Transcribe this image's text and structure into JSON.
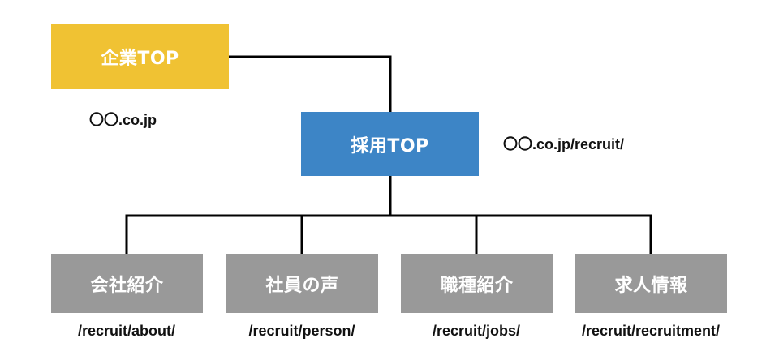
{
  "colors": {
    "corporate_box": "#f0c233",
    "recruit_box": "#3d85c6",
    "child_box": "#999999",
    "connector": "#000000"
  },
  "corporate_top": {
    "label": "企業TOP",
    "url": "〇〇.co.jp"
  },
  "recruit_top": {
    "label": "採用TOP",
    "url": "〇〇.co.jp/recruit/"
  },
  "children": [
    {
      "label": "会社紹介",
      "url": "/recruit/about/"
    },
    {
      "label": "社員の声",
      "url": "/recruit/person/"
    },
    {
      "label": "職種紹介",
      "url": "/recruit/jobs/"
    },
    {
      "label": "求人情報",
      "url": "/recruit/recruitment/"
    }
  ]
}
